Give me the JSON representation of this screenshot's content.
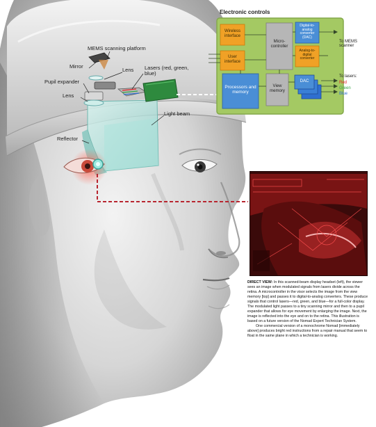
{
  "panel": {
    "title": "Electronic controls",
    "blocks": {
      "wireless": "Wireless interface",
      "user": "User interface",
      "micro": "Micro-controller",
      "dac_top": "Digital-to-analog converter (DAC)",
      "adc": "Analog-to-digital converter",
      "processors": "Processors and memory",
      "view_memory": "View memory",
      "dac_stack": "DAC"
    },
    "outputs": {
      "mems": "To MEMS scanner",
      "lasers": "To lasers:",
      "red": "Red",
      "green": "Green",
      "blue": "Blue"
    }
  },
  "labels": {
    "mems_platform": "MEMS scanning platform",
    "mirror": "Mirror",
    "lens_top": "Lens",
    "lasers": "Lasers (red, green, blue)",
    "pupil_expander": "Pupil expander",
    "lens_left": "Lens",
    "light_beam": "Light beam",
    "reflector": "Reflector"
  },
  "caption": {
    "lead": "DIRECT VIEW:",
    "p1": "In this scanned-beam display headset (left), the viewer sees an image when modulated signals from lasers divide across the retina. A microcontroller in the visor selects the image from the view memory [top] and passes it to digital-to-analog converters. These produce signals that control lasers—red, green, and blue—for a full-color display. The modulated light passes to a tiny scanning mirror and then to a pupil expander that allows for eye movement by enlarging the image. Next, the image is reflected into the eye and on to the retina. This illustration is based on a future version of the Nomad Expert Technician System.",
    "p2": "One commercial version of a monochrome Nomad [immediately above] produces bright red instructions from a repair manual that seem to float in the same plane in which a technician is working."
  },
  "colors": {
    "panel_fill": "#a4c963",
    "panel_border": "#83a94a",
    "block_orange": "#f0a126",
    "block_gray": "#b6b6b6",
    "block_blue": "#4a8ed6",
    "red": "#e3262a",
    "green": "#3aa64a",
    "blue": "#2f6fd0"
  }
}
